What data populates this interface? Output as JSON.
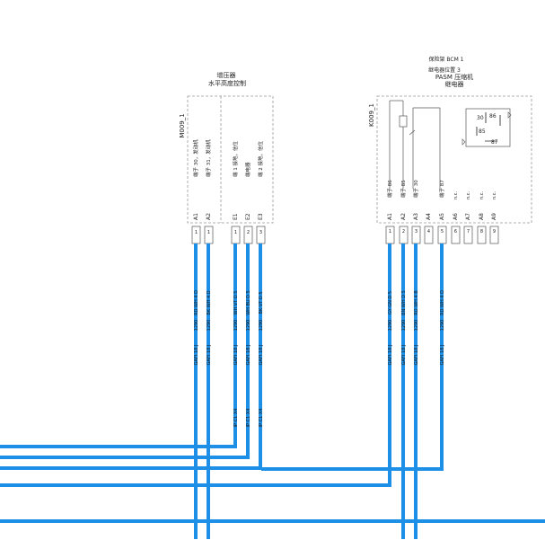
{
  "colors": {
    "wire": "#1e8fe6",
    "box": "#999999",
    "text": "#222222"
  },
  "left_component": {
    "id": "M009_1",
    "title_line1": "增压器",
    "title_line2": "水平高度控制",
    "pin_desc": [
      "端子 30，发动机",
      "端子 31，发动机",
      "端 1 接地，信位",
      "端电器",
      "端 2 接地，信位"
    ],
    "pins": [
      "A1",
      "A2",
      "E1",
      "E2",
      "E3"
    ],
    "connector_nums": [
      "1",
      "1",
      "1",
      "2",
      "3"
    ],
    "wires": [
      {
        "id": "wire-left-a1",
        "circuit": "RD WH 4 D",
        "size": "1290",
        "spec": "GAFI 18 J"
      },
      {
        "id": "wire-left-a2",
        "circuit": "BK WH 4 D",
        "size": "1290",
        "spec": "GAFI 18 J"
      },
      {
        "id": "wire-left-e1",
        "circuit": "WH VT D 5",
        "size": "1290",
        "spec": "GAFI 18 J",
        "tag": "IP C1 X4"
      },
      {
        "id": "wire-left-e2",
        "circuit": "WH BU D 5",
        "size": "1290",
        "spec": "GAFI 18 J",
        "tag": "IP C1 X4"
      },
      {
        "id": "wire-left-e3",
        "circuit": "BK VT D 5",
        "size": "1290",
        "spec": "GAFI 18 J",
        "tag": "IP C1 X4"
      }
    ]
  },
  "right_component": {
    "id": "K009_1",
    "header_line1": "保险架 BCM 1",
    "header_line2": "继电器位置 3",
    "title_line1": "PASM 压缩机",
    "title_line2": "继电器",
    "relay_pins": [
      "30",
      "86",
      "85",
      "87"
    ],
    "pin_desc": [
      "端子 86",
      "端子 85",
      "端子 30",
      "",
      "端子 87",
      "n.c.",
      "n.c.",
      "n.c.",
      "n.c."
    ],
    "pins": [
      "A1",
      "A2",
      "A3",
      "A4",
      "A5",
      "A6",
      "A7",
      "A8",
      "A9"
    ],
    "connector_nums": [
      "1",
      "2",
      "3",
      "4",
      "5",
      "6",
      "7",
      "8",
      "9"
    ],
    "wires": [
      {
        "id": "wire-right-a1",
        "circuit": "GY GN D 5",
        "size": "1290",
        "spec": "GAFI 18 J"
      },
      {
        "id": "wire-right-a2",
        "circuit": "BN WH D 5",
        "size": "1290",
        "spec": "GAFI 18 J"
      },
      {
        "id": "wire-right-a3",
        "circuit": "RD WH 4 B",
        "size": "1290",
        "spec": "GAFI 18 J"
      },
      {
        "id": "wire-right-a5",
        "circuit": "RD WH 4 D",
        "size": "1290",
        "spec": "GAFI 18 J"
      }
    ]
  }
}
